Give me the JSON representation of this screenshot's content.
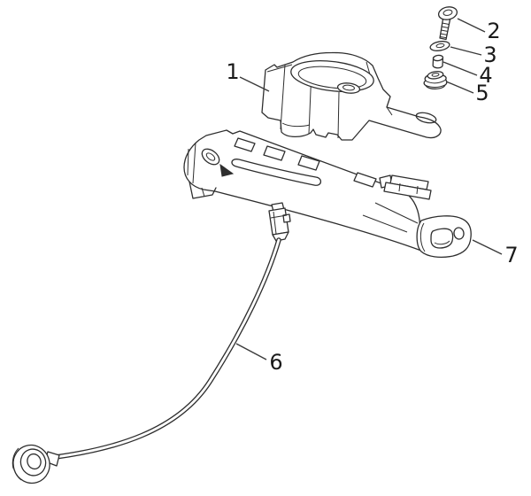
{
  "page": {
    "background_color": "#ffffff",
    "line_color": "#2e2e2e",
    "text_color": "#1a1a1a"
  },
  "diagram": {
    "kind": "exploded-parts-line-drawing",
    "callouts": [
      {
        "number": "1",
        "part": "instrument-housing-cover"
      },
      {
        "number": "2",
        "part": "screw"
      },
      {
        "number": "3",
        "part": "washer"
      },
      {
        "number": "4",
        "part": "spacer-bushing"
      },
      {
        "number": "5",
        "part": "rubber-grommet"
      },
      {
        "number": "6",
        "part": "cable-with-ring-sensor"
      },
      {
        "number": "7",
        "part": "support-bracket"
      }
    ]
  }
}
